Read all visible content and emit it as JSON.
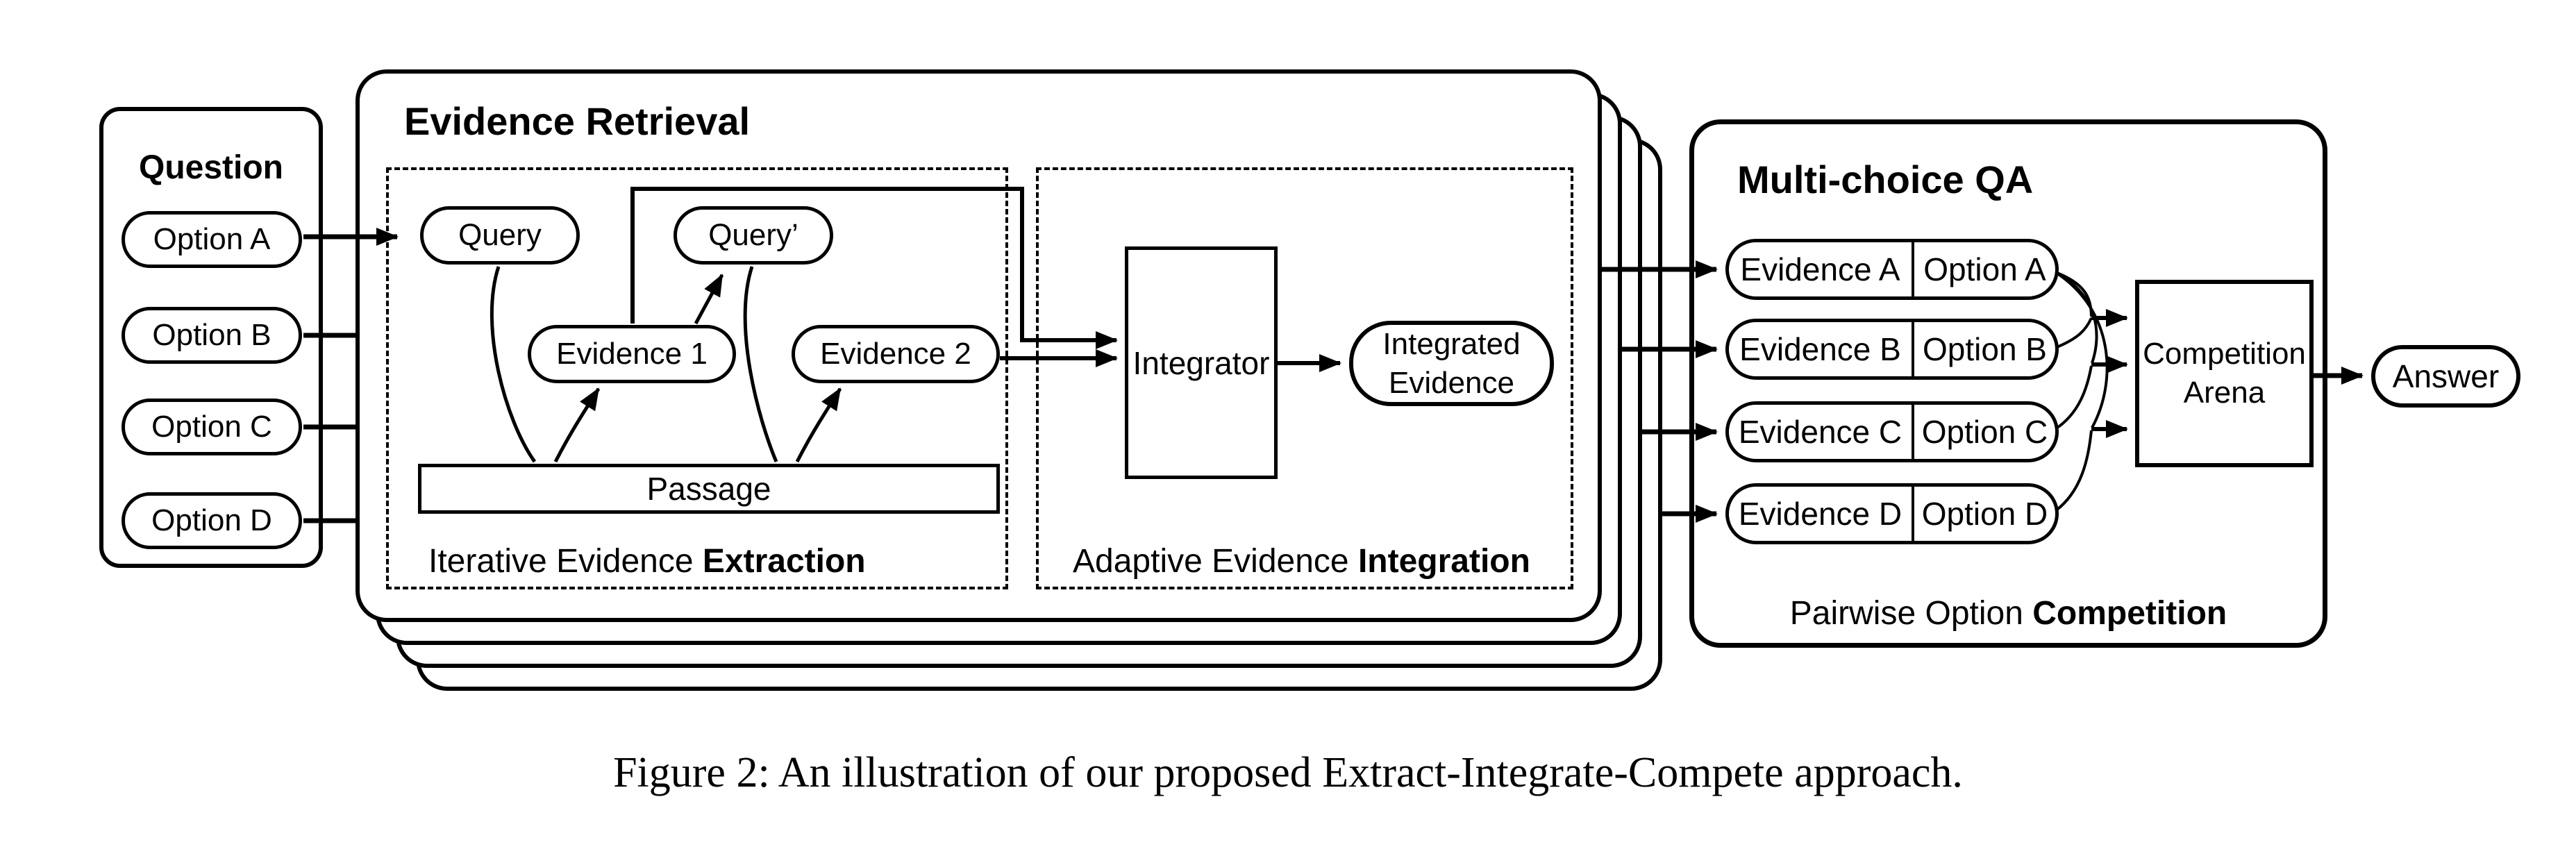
{
  "caption": "Figure 2: An illustration of our proposed Extract-Integrate-Compete approach.",
  "question": {
    "title": "Question",
    "options": [
      "Option A",
      "Option B",
      "Option C",
      "Option D"
    ]
  },
  "retrieval": {
    "title": "Evidence Retrieval",
    "extraction": {
      "label_regular": "Iterative Evidence ",
      "label_bold": "Extraction",
      "query": "Query",
      "query_prime": "Query’",
      "evidence1": "Evidence 1",
      "evidence2": "Evidence 2",
      "passage": "Passage"
    },
    "integration": {
      "label_regular": "Adaptive Evidence ",
      "label_bold": "Integration",
      "integrator": "Integrator",
      "integrated_line1": "Integrated",
      "integrated_line2": "Evidence"
    }
  },
  "qa": {
    "title": "Multi-choice QA",
    "pairs": [
      {
        "evidence": "Evidence A",
        "option": "Option A"
      },
      {
        "evidence": "Evidence B",
        "option": "Option B"
      },
      {
        "evidence": "Evidence C",
        "option": "Option C"
      },
      {
        "evidence": "Evidence D",
        "option": "Option D"
      }
    ],
    "arena_line1": "Competition",
    "arena_line2": "Arena",
    "footer_regular": "Pairwise Option ",
    "footer_bold": "Competition",
    "answer": "Answer"
  },
  "colors": {
    "ink": "#000000",
    "paper": "#ffffff"
  }
}
